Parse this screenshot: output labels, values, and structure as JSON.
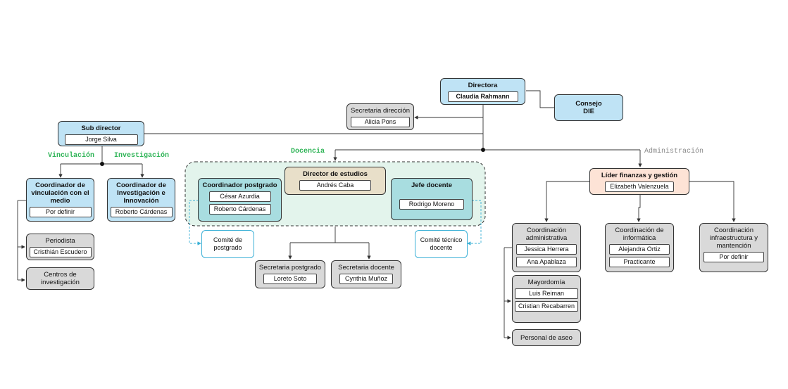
{
  "directora": {
    "title": "Directora",
    "name": "Claudia Rahmann"
  },
  "consejo": {
    "line1": "Consejo",
    "line2": "DIE"
  },
  "secretaria_direccion": {
    "title": "Secretaria dirección",
    "name": "Alicia Pons"
  },
  "sub_director": {
    "title": "Sub director",
    "name": "Jorge Silva"
  },
  "labels": {
    "vinculacion": "Vinculación",
    "investigacion": "Investigación",
    "docencia": "Docencia",
    "administracion": "Administración"
  },
  "coord_vinculacion": {
    "title": "Coordinador de vinculación con el medio",
    "name": "Por definir"
  },
  "coord_investigacion": {
    "title": "Coordinador de Investigación e Innovación",
    "name": "Roberto Cárdenas"
  },
  "periodista": {
    "title": "Periodista",
    "name": "Cristhián Escudero"
  },
  "centros": {
    "title": "Centros de investigación"
  },
  "coord_postgrado": {
    "title": "Coordinador postgrado",
    "names": [
      "César Azurdia",
      "Roberto Cárdenas"
    ]
  },
  "director_estudios": {
    "title": "Director de estudios",
    "name": "Andrés Caba"
  },
  "jefe_docente": {
    "title": "Jefe docente",
    "name": "Rodrigo Moreno"
  },
  "comite_postgrado": {
    "text": "Comité de postgrado"
  },
  "comite_tecnico": {
    "text": "Comité técnico docente"
  },
  "secretaria_postgrado": {
    "title": "Secretaria postgrado",
    "name": "Loreto Soto"
  },
  "secretaria_docente": {
    "title": "Secretaria docente",
    "name": "Cynthia Muñoz"
  },
  "lider_finanzas": {
    "title": "Líder finanzas y gestión",
    "name": "Elizabeth Valenzuela"
  },
  "coord_administrativa": {
    "title": "Coordinación administrativa",
    "names": [
      "Jessica Herrera",
      "Ana Apablaza"
    ]
  },
  "mayordomia": {
    "title": "Mayordomía",
    "names": [
      "Luis Reiman",
      "Cristian Recabarren"
    ]
  },
  "personal_aseo": {
    "title": "Personal de aseo"
  },
  "coord_informatica": {
    "title": "Coordinación de informática",
    "names": [
      "Alejandra Ortiz",
      "Practicante"
    ]
  },
  "coord_infraestructura": {
    "title": "Coordinación infraestructura y mantención",
    "name": "Por definir"
  },
  "colors": {
    "blue": "#bfe3f5",
    "teal": "#a8dde0",
    "grey": "#d9d9d9",
    "tan": "#e8dfc9",
    "peach": "#fde3d6",
    "docencia_bg": "#e3f4ec",
    "green_label": "#2fb457",
    "cyan_dashed": "#3bb0d6"
  }
}
